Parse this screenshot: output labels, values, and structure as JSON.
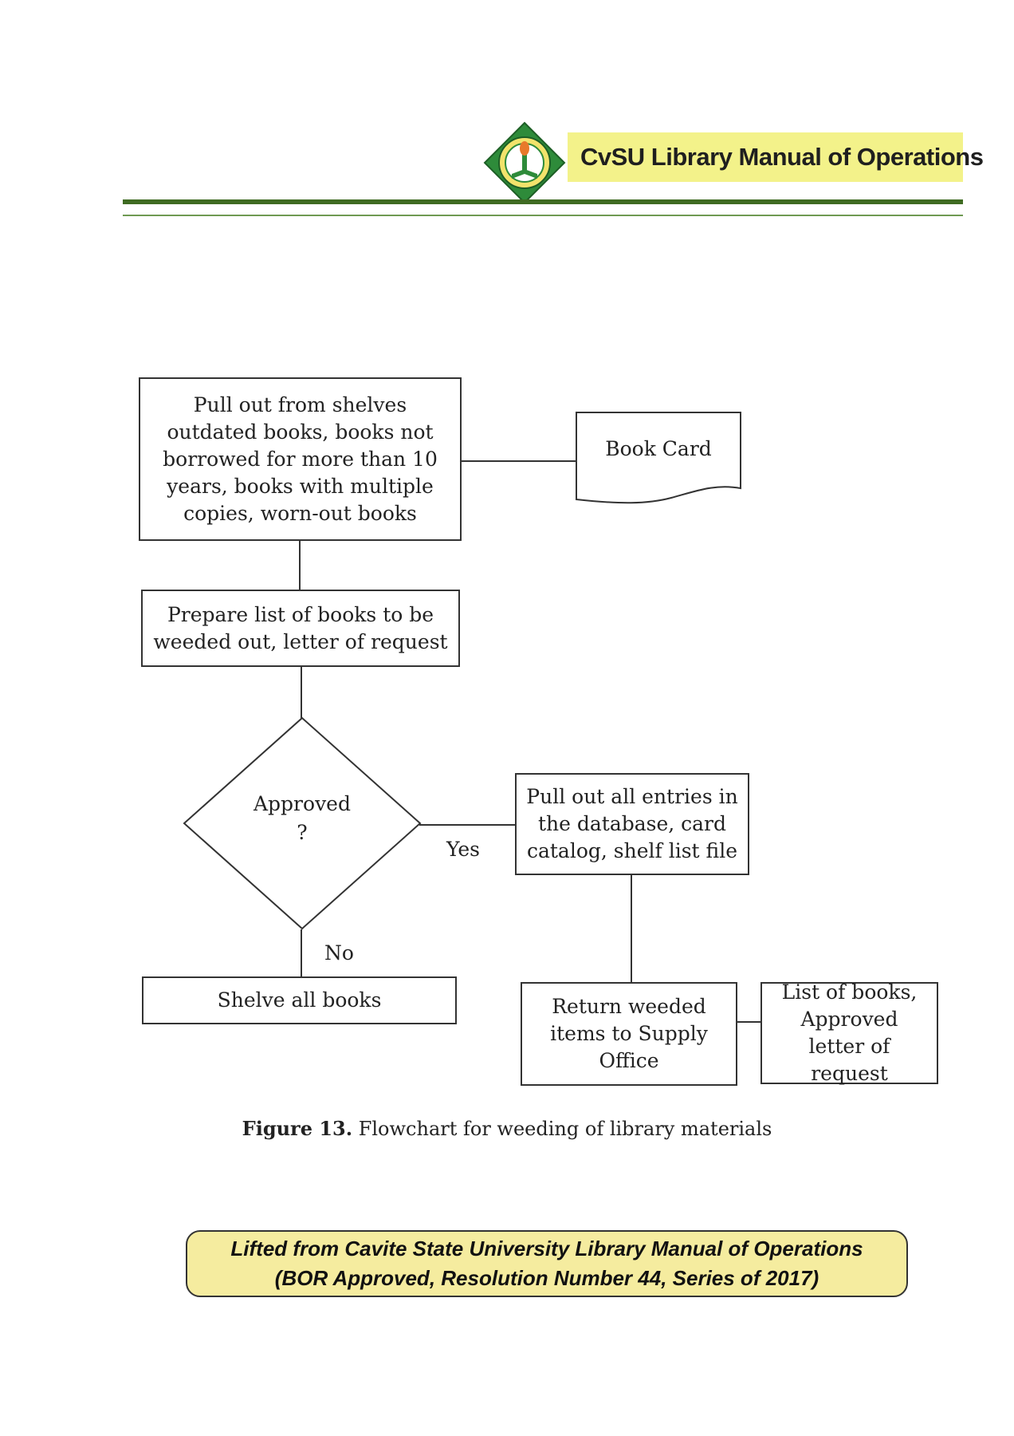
{
  "header": {
    "title": "CvSU Library Manual of Operations",
    "colors": {
      "band": "#f3f28a",
      "rule": "#3f6b22",
      "logo": "#2e8b3a"
    }
  },
  "flowchart": {
    "step1": "Pull out from shelves outdated books, books not borrowed for more than 10 years, books with multiple copies, worn-out books",
    "book_card": "Book Card",
    "step2": "Prepare list of books to be weeded out, letter of request",
    "decision_line1": "Approved",
    "decision_line2": "?",
    "yes_label": "Yes",
    "no_label": "No",
    "step_yes": "Pull out all entries in the database, card catalog, shelf list file",
    "step_no": "Shelve all books",
    "step_return": "Return weeded items to Supply Office",
    "doc_list": "List of books, Approved letter of request"
  },
  "caption": {
    "figure": "Figure 13.",
    "text": "Flowchart for weeding of library materials"
  },
  "note": {
    "line1": "Lifted from Cavite State University Library Manual of Operations",
    "line2": "(BOR Approved, Resolution Number 44, Series of 2017)"
  }
}
